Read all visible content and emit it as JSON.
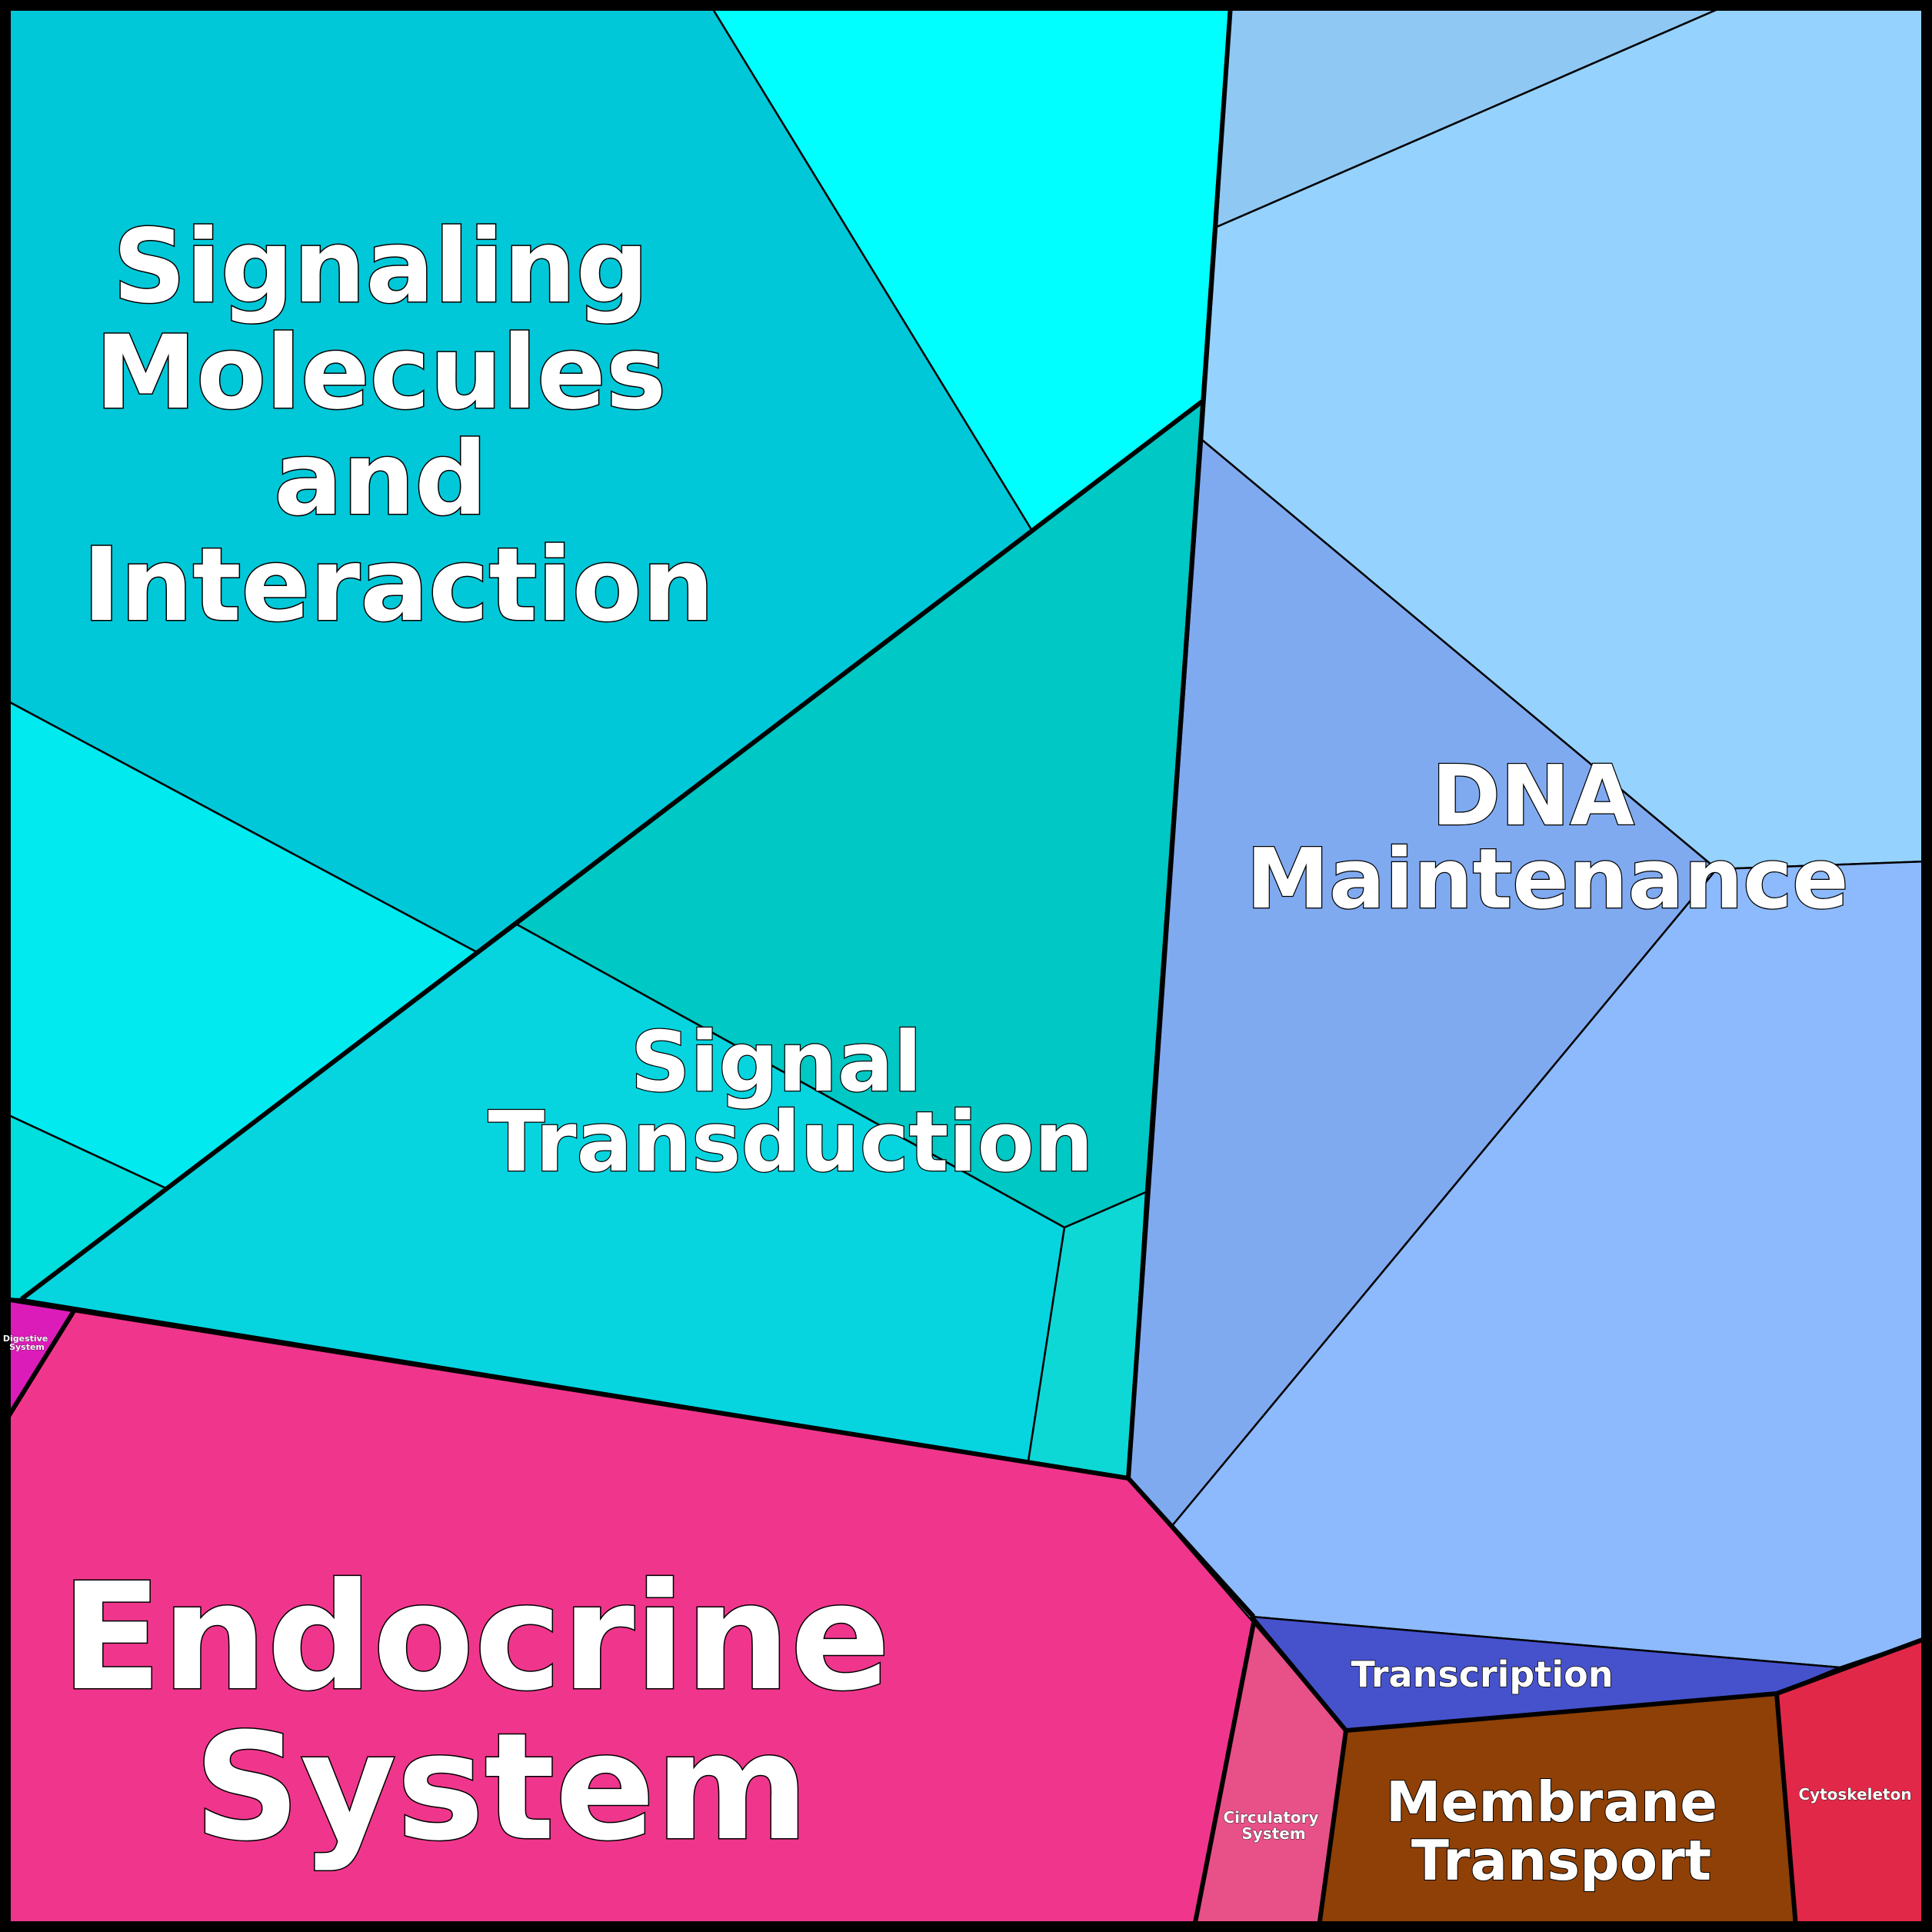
{
  "colors": {
    "signaling_main": "#00c8d8",
    "signaling_top": "#00ffff",
    "signaling_left": "#00eaf0",
    "signaling_left_small": "#00dedd",
    "signal_transduction_upper": "#00c8c4",
    "signal_transduction_lower": "#06d5e0",
    "signal_transduction_small": "#0ed8d6",
    "dna_top_strip": "#90c8f4",
    "dna_top": "#96d2fe",
    "dna_mid": "#80aaf0",
    "dna_right": "#8cbafc",
    "transcription": "#4652cc",
    "cytoskeleton": "#e22848",
    "membrane_transport": "#8e4006",
    "circulatory": "#e85088",
    "endocrine": "#f0368c",
    "digestive": "#dc1cb8"
  },
  "labels": {
    "signaling": [
      "Signaling",
      "Molecules",
      "and",
      "Interaction"
    ],
    "signal_transduction": [
      "Signal",
      "Transduction"
    ],
    "dna": [
      "DNA",
      "Maintenance"
    ],
    "endocrine": [
      "Endocrine",
      "System"
    ],
    "transcription": "Transcription",
    "membrane": [
      "Membrane",
      "Transport"
    ],
    "circulatory": [
      "Circulatory",
      "System"
    ],
    "cytoskeleton": "Cytoskeleton",
    "digestive": [
      "Digestive",
      "System"
    ]
  }
}
